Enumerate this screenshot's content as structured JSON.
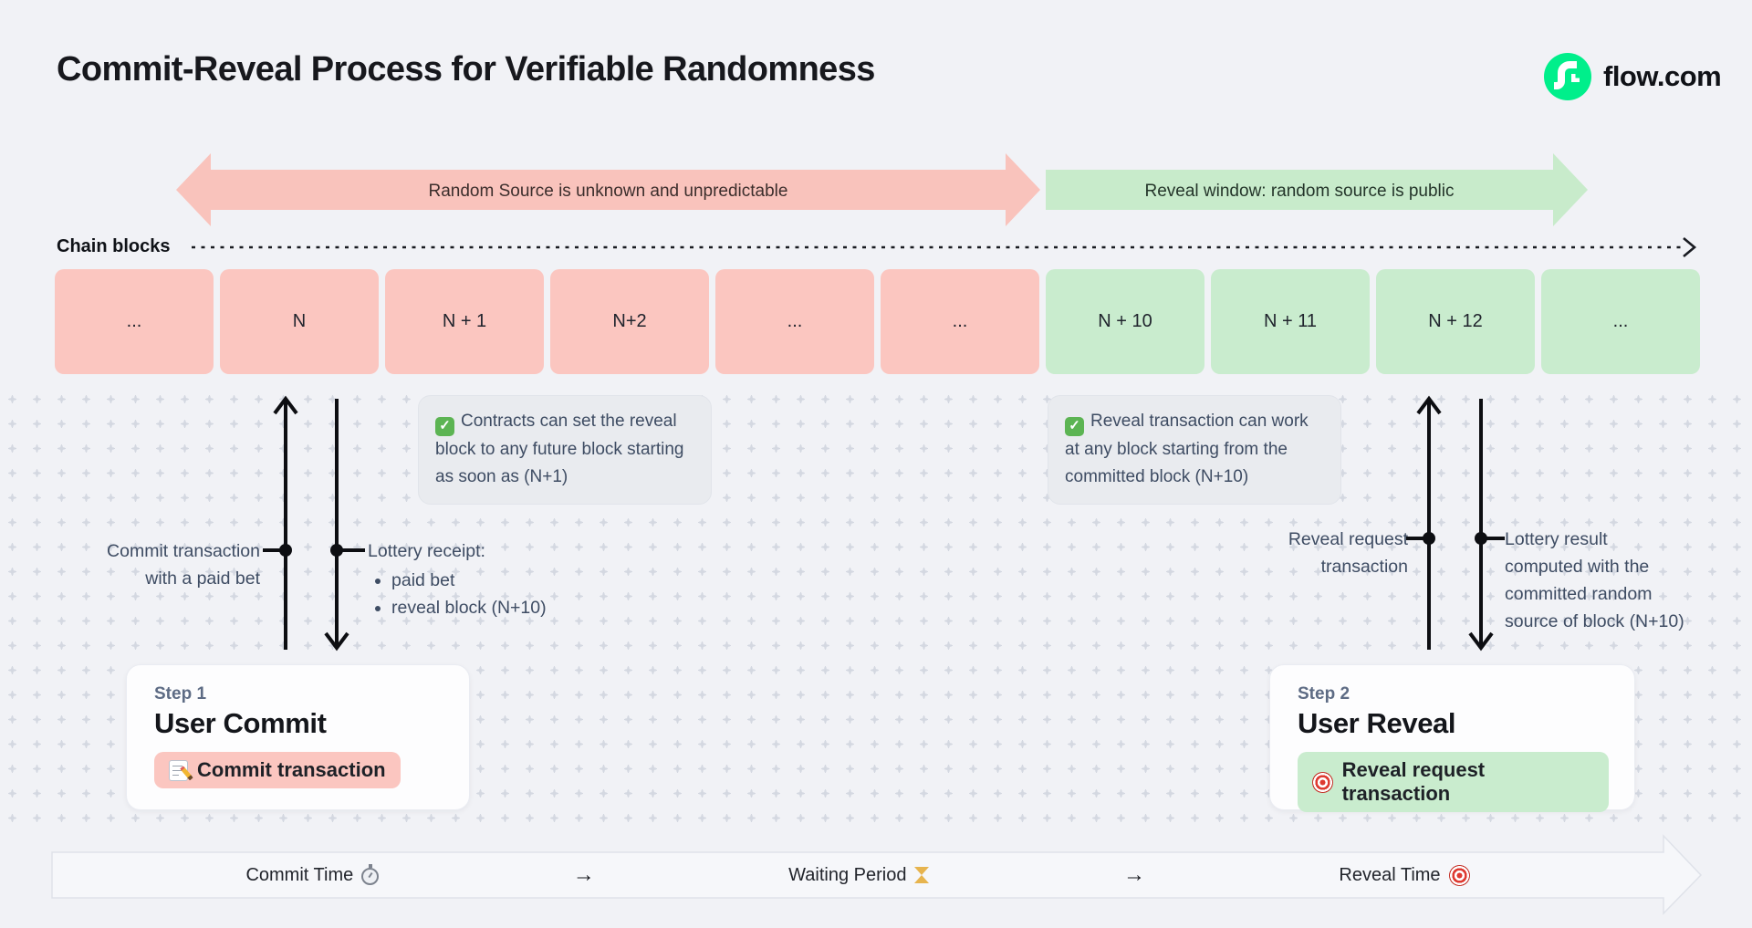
{
  "header": {
    "title": "Commit-Reveal Process for Verifiable Randomness",
    "brand": "flow.com",
    "brand_color": "#00ef8b"
  },
  "phases": {
    "commit": {
      "label": "Random Source is unknown and unpredictable",
      "color": "#f9c3bc"
    },
    "reveal": {
      "label": "Reveal window: random source is public",
      "color": "#c8ebcb"
    }
  },
  "chain": {
    "label": "Chain blocks",
    "blocks": [
      {
        "label": "...",
        "phase": "commit"
      },
      {
        "label": "N",
        "phase": "commit"
      },
      {
        "label": "N + 1",
        "phase": "commit"
      },
      {
        "label": "N+2",
        "phase": "commit"
      },
      {
        "label": "...",
        "phase": "commit"
      },
      {
        "label": "...",
        "phase": "commit"
      },
      {
        "label": "N + 10",
        "phase": "reveal"
      },
      {
        "label": "N + 11",
        "phase": "reveal"
      },
      {
        "label": "N + 12",
        "phase": "reveal"
      },
      {
        "label": "...",
        "phase": "reveal"
      }
    ]
  },
  "notes": [
    {
      "icon": "check-icon",
      "check_glyph": "✓",
      "text": "Contracts can set the reveal block to any future block starting as soon as (N+1)"
    },
    {
      "icon": "check-icon",
      "check_glyph": "✓",
      "text": "Reveal transaction can work at any block starting from the committed block (N+10)"
    }
  ],
  "commit_flow": {
    "up_lines": [
      "Commit transaction",
      "with a paid bet"
    ],
    "receipt_title": "Lottery receipt:",
    "receipt_bullets": [
      "paid bet",
      "reveal block (N+10)"
    ]
  },
  "reveal_flow": {
    "up_lines": [
      "Reveal request",
      "transaction"
    ],
    "result_lines": [
      "Lottery result",
      "computed with the",
      "committed random",
      "source of block (N+10)"
    ]
  },
  "steps": [
    {
      "kicker": "Step 1",
      "title": "User Commit",
      "action": "Commit transaction",
      "icon": "memo-icon",
      "pill_color": "#fbc6c0"
    },
    {
      "kicker": "Step 2",
      "title": "User Reveal",
      "action": "Reveal request transaction",
      "icon": "target-icon",
      "pill_color": "#c9ecce"
    }
  ],
  "footer": {
    "items": [
      {
        "label": "Commit Time",
        "icon": "stopwatch-icon"
      },
      {
        "label": "→"
      },
      {
        "label": "Waiting Period",
        "icon": "hourglass-icon"
      },
      {
        "label": "→"
      },
      {
        "label": "Reveal Time",
        "icon": "target-icon"
      }
    ]
  }
}
